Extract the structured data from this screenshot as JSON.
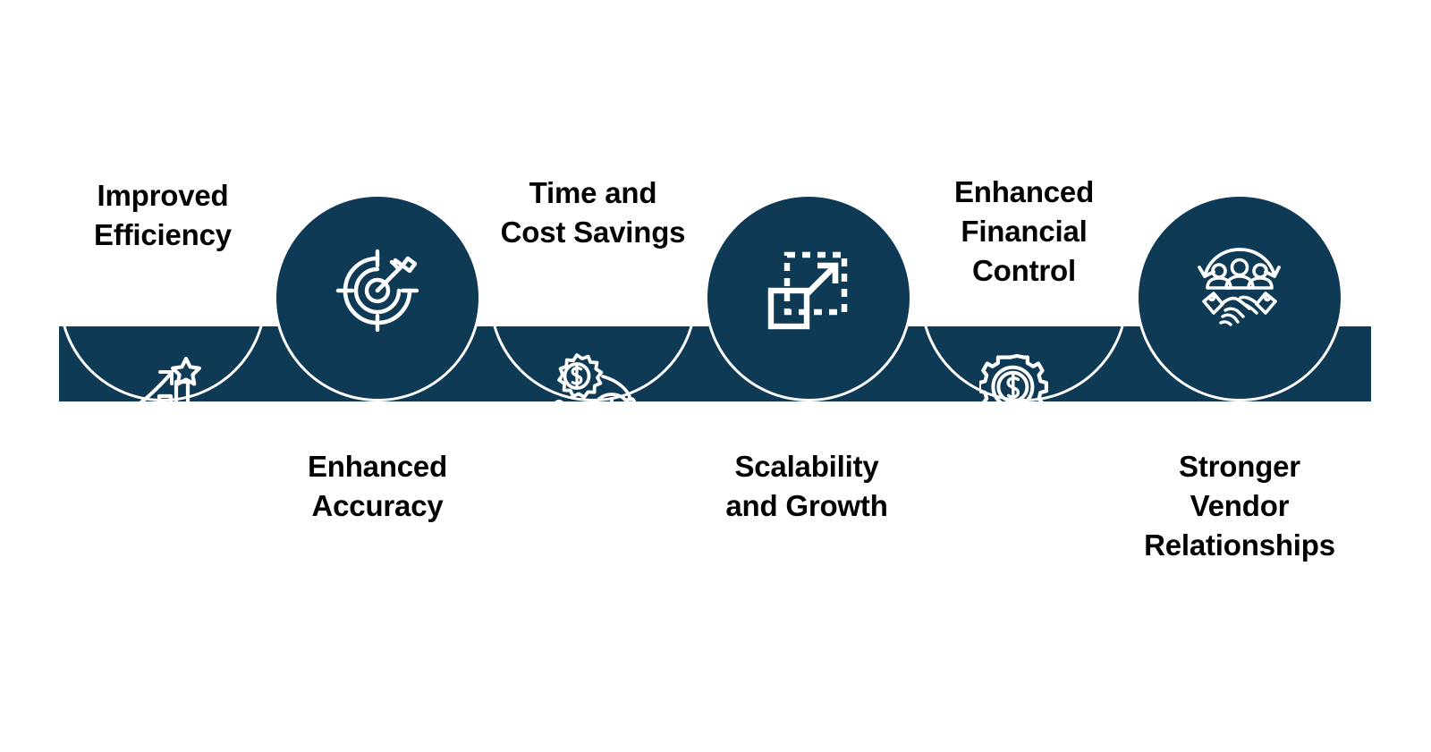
{
  "theme": {
    "navy": "#0f3a55",
    "background": "#ffffff",
    "label_color": "#010101",
    "icon_color": "#ffffff"
  },
  "infographic": {
    "layout": "wave-band-six-nodes",
    "band_color": "#0f3a55",
    "items": [
      {
        "index": 1,
        "label": "Improved\nEfficiency",
        "label_position": "above",
        "disc_position": "below",
        "icon": "bar-chart-growth-gear-star-icon"
      },
      {
        "index": 2,
        "label": "Enhanced\nAccuracy",
        "label_position": "below",
        "disc_position": "above",
        "icon": "target-arrow-icon"
      },
      {
        "index": 3,
        "label": "Time and\nCost Savings",
        "label_position": "above",
        "disc_position": "below",
        "icon": "gear-dollar-clock-icon"
      },
      {
        "index": 4,
        "label": "Scalability\nand Growth",
        "label_position": "below",
        "disc_position": "above",
        "icon": "scale-expand-arrow-icon"
      },
      {
        "index": 5,
        "label": "Enhanced\nFinancial\nControl",
        "label_position": "above",
        "disc_position": "below",
        "icon": "gears-dollar-icon"
      },
      {
        "index": 6,
        "label": "Stronger\nVendor\nRelationships",
        "label_position": "below",
        "disc_position": "above",
        "icon": "handshake-people-icon"
      }
    ]
  }
}
